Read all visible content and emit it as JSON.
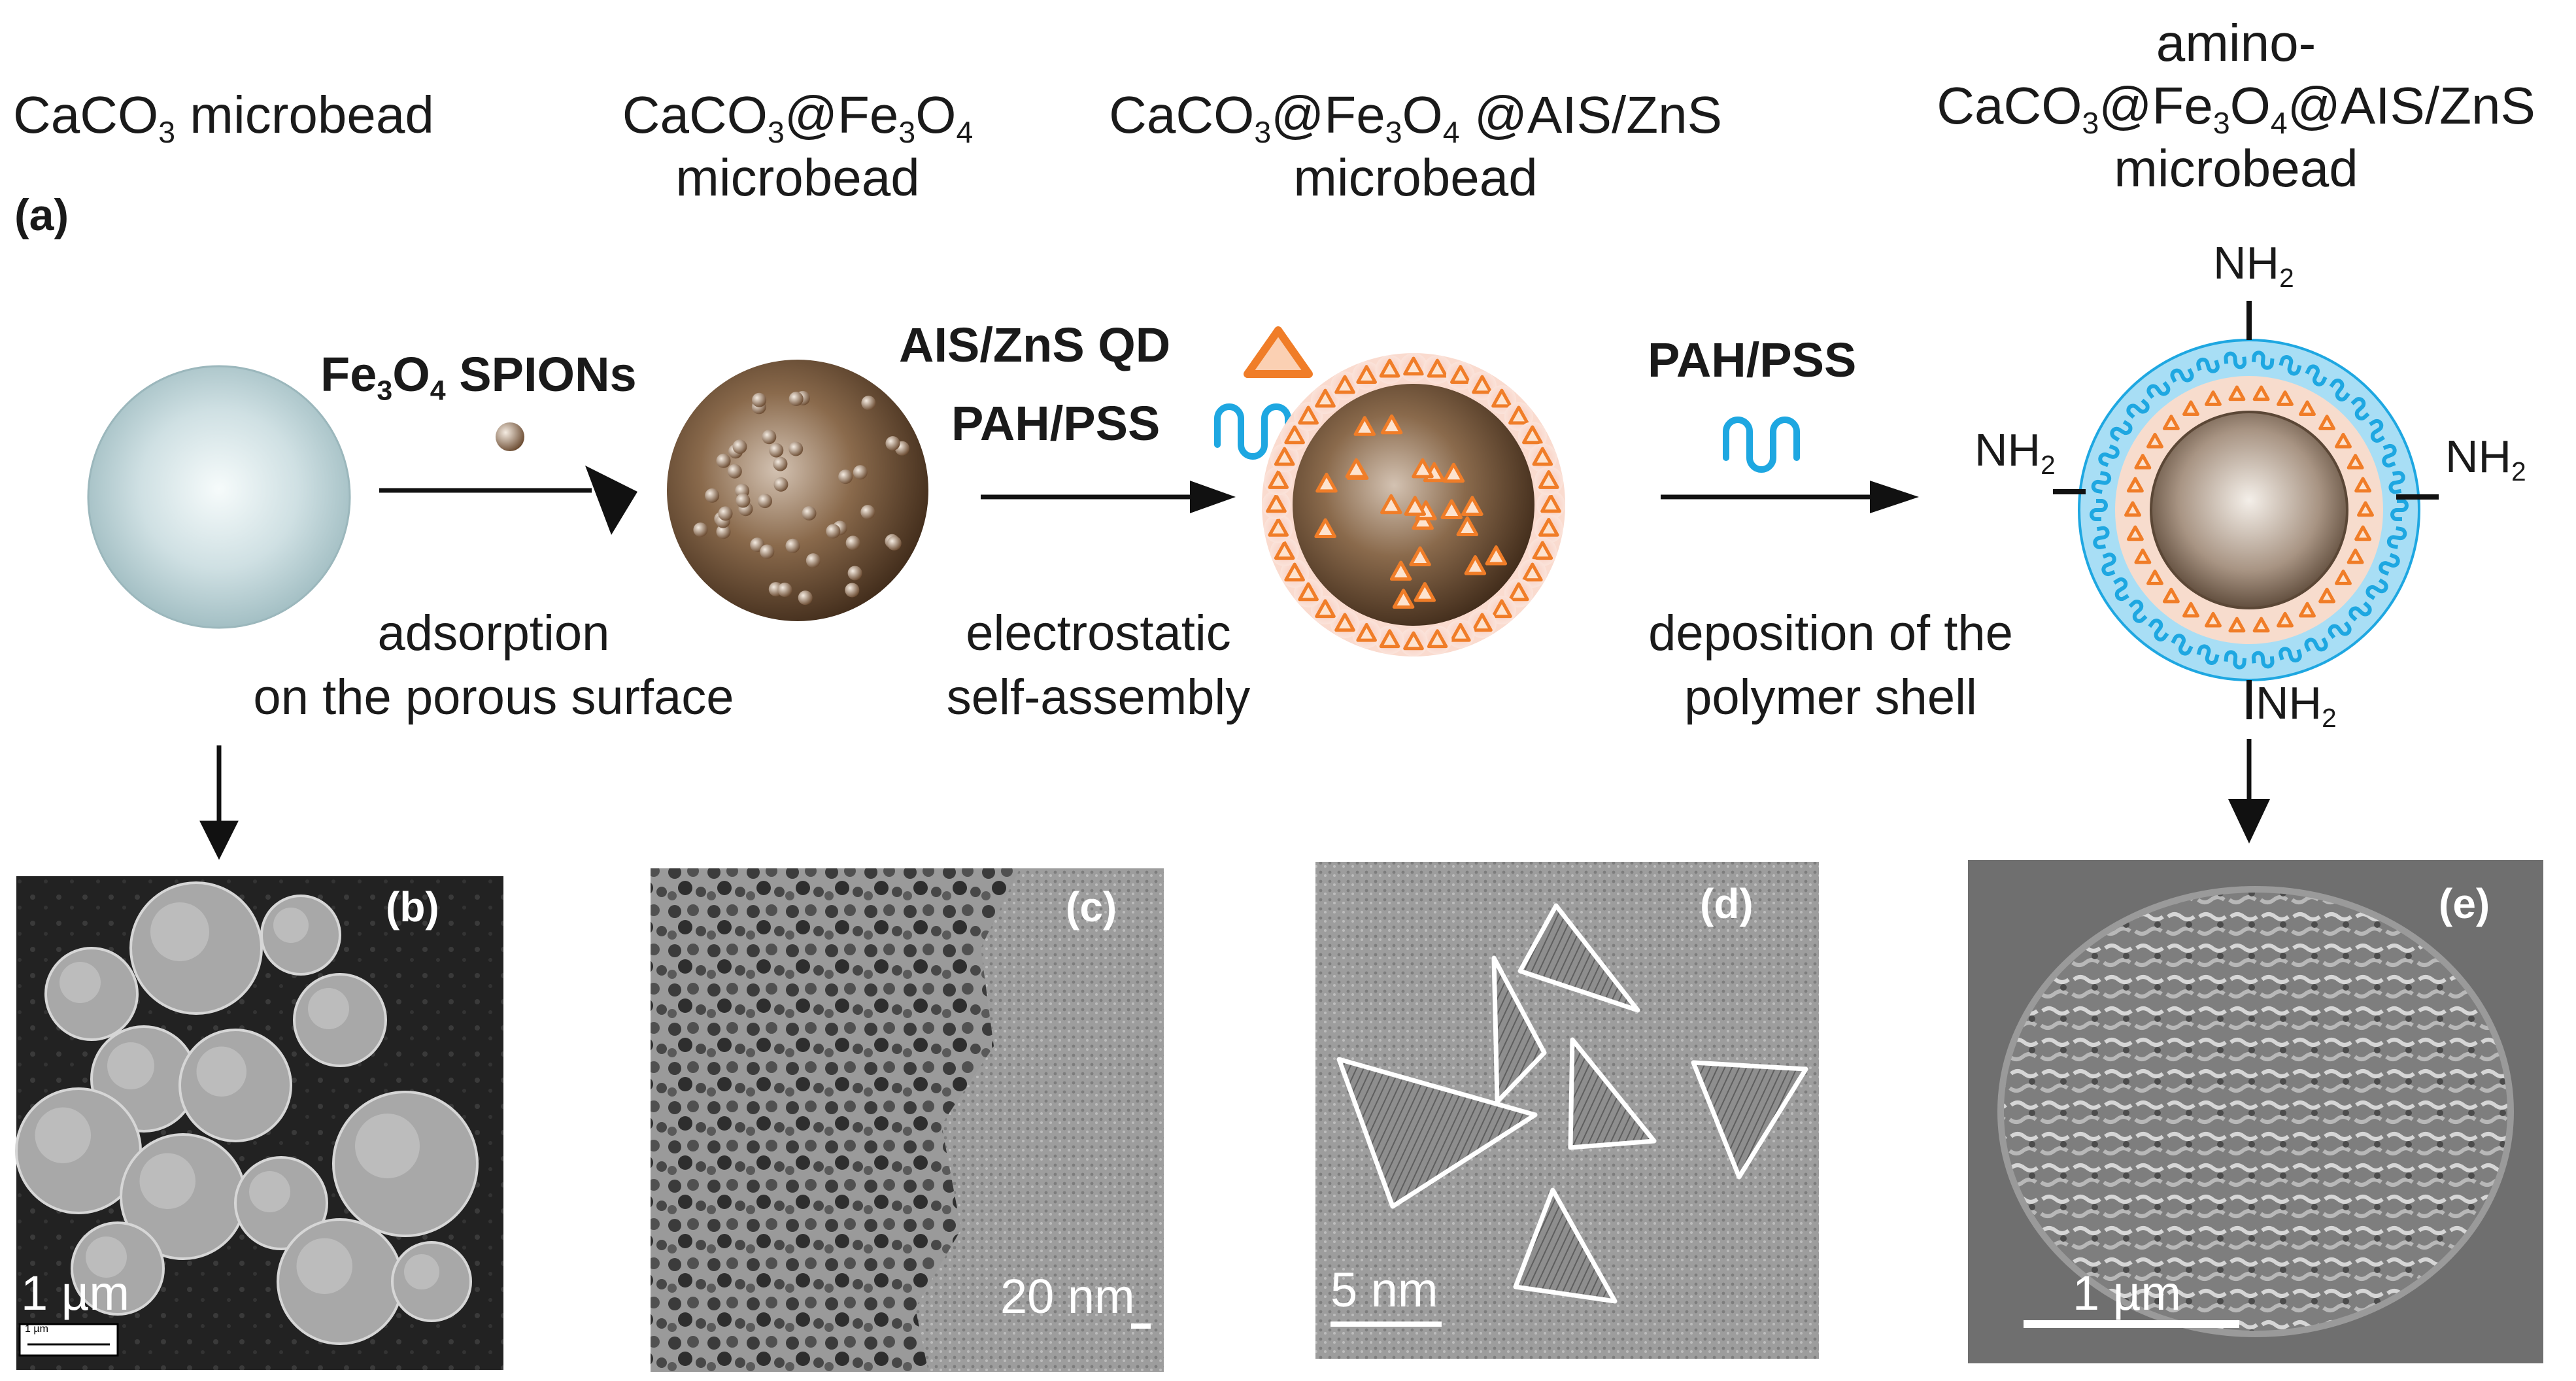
{
  "figure": {
    "panel_a_label": "(a)",
    "titles": {
      "t1_pre": "CaCO",
      "t1_sub": "3",
      "t1_post": " microbead",
      "t2_a": "CaCO",
      "t2_s1": "3",
      "t2_b": "@Fe",
      "t2_s2": "3",
      "t2_c": "O",
      "t2_s3": "4",
      "t2_line2": "microbead",
      "t3_a": "CaCO",
      "t3_s1": "3",
      "t3_b": "@Fe",
      "t3_s2": "3",
      "t3_c": "O",
      "t3_s3": "4",
      "t3_d": " @AIS/ZnS",
      "t3_line2": "microbead",
      "t4_line1": "amino-",
      "t4_a": "CaCO",
      "t4_s1": "3",
      "t4_b": "@Fe",
      "t4_s2": "3",
      "t4_c": "O",
      "t4_s3": "4",
      "t4_d": "@AIS/ZnS",
      "t4_line3": "microbead"
    },
    "reagents": {
      "spion_a": "Fe",
      "spion_s1": "3",
      "spion_b": "O",
      "spion_s2": "4",
      "spion_c": " SPIONs",
      "qd": "AIS/ZnS QD",
      "pahpss_1": "PAH/PSS",
      "pahpss_2": "PAH/PSS"
    },
    "steps": {
      "s1_line1": "adsorption",
      "s1_line2": "on the porous surface",
      "s2_line1": "electrostatic",
      "s2_line2": "self-assembly",
      "s3_line1": "deposition of the",
      "s3_line2": "polymer shell"
    },
    "amine": {
      "nh": "NH",
      "sub": "2"
    },
    "panels": {
      "b": {
        "label": "(b)",
        "scale": "1 µm",
        "scalebar_text": "1 µm"
      },
      "c": {
        "label": "(c)",
        "scale": "20 nm"
      },
      "d": {
        "label": "(d)",
        "scale": "5 nm"
      },
      "e": {
        "label": "(e)",
        "scale": "1 µm"
      }
    },
    "colors": {
      "bead": "#c7dadd",
      "magnetic": "#6b4a2f",
      "qd": "#f07d28",
      "polymer": "#1ea7e1",
      "shell": "#a8def5"
    }
  }
}
